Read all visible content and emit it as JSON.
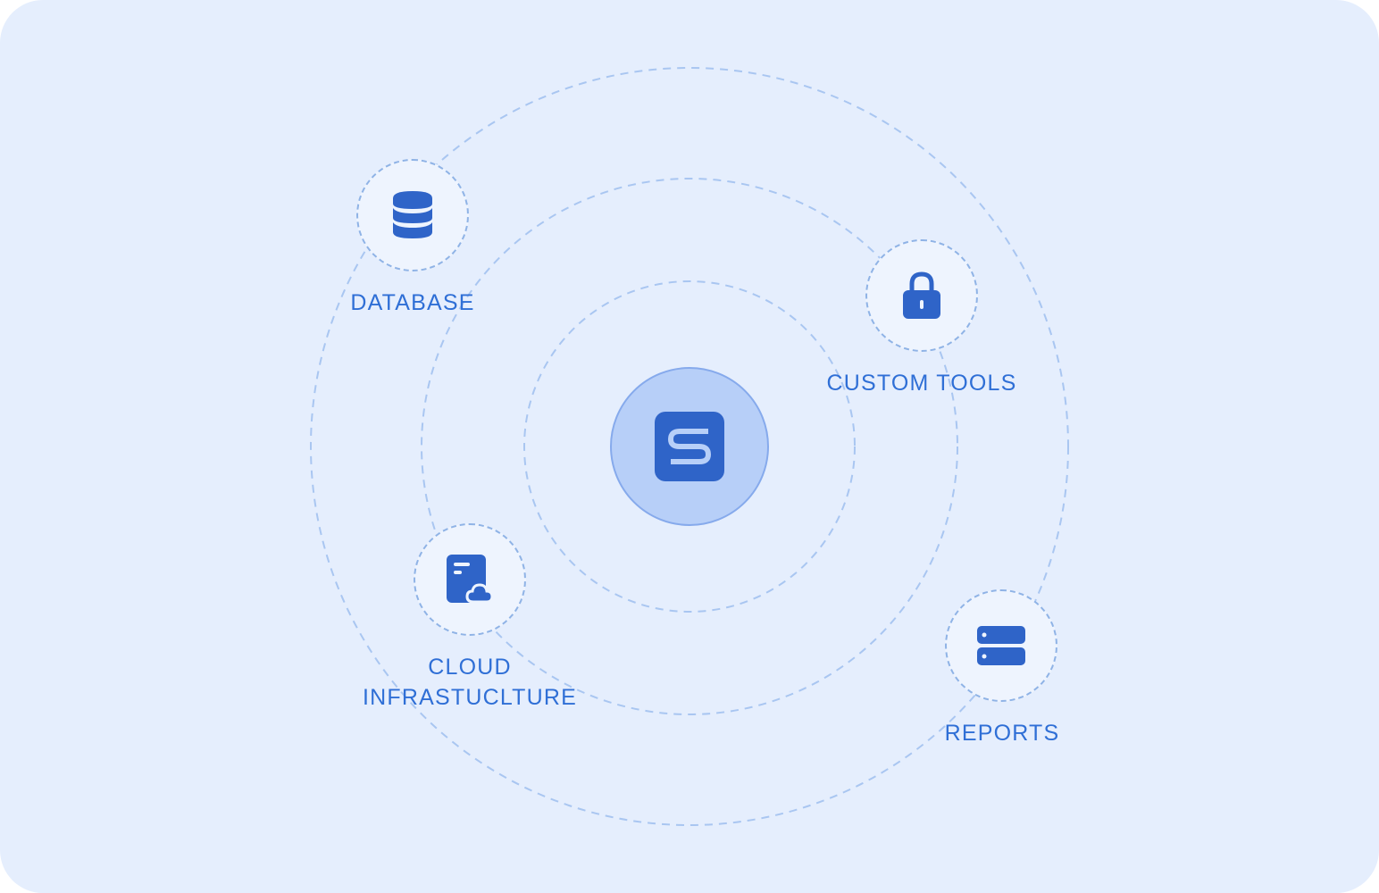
{
  "diagram": {
    "nodes": [
      {
        "id": "database",
        "label": "DATABASE",
        "icon": "database-icon"
      },
      {
        "id": "custom-tools",
        "label": "CUSTOM TOOLS",
        "icon": "lock-icon"
      },
      {
        "id": "cloud",
        "label_line1": "CLOUD",
        "label_line2": "INFRASTUCLTURE",
        "icon": "cloud-document-icon"
      },
      {
        "id": "reports",
        "label": "REPORTS",
        "icon": "server-icon"
      }
    ],
    "hub": {
      "icon": "s-logo-icon"
    }
  },
  "colors": {
    "background": "#e5eefd",
    "accent": "#2f6fd6",
    "icon": "#2f64c8",
    "ring": "#a9c6f1",
    "hub_fill": "#b7cff8"
  }
}
